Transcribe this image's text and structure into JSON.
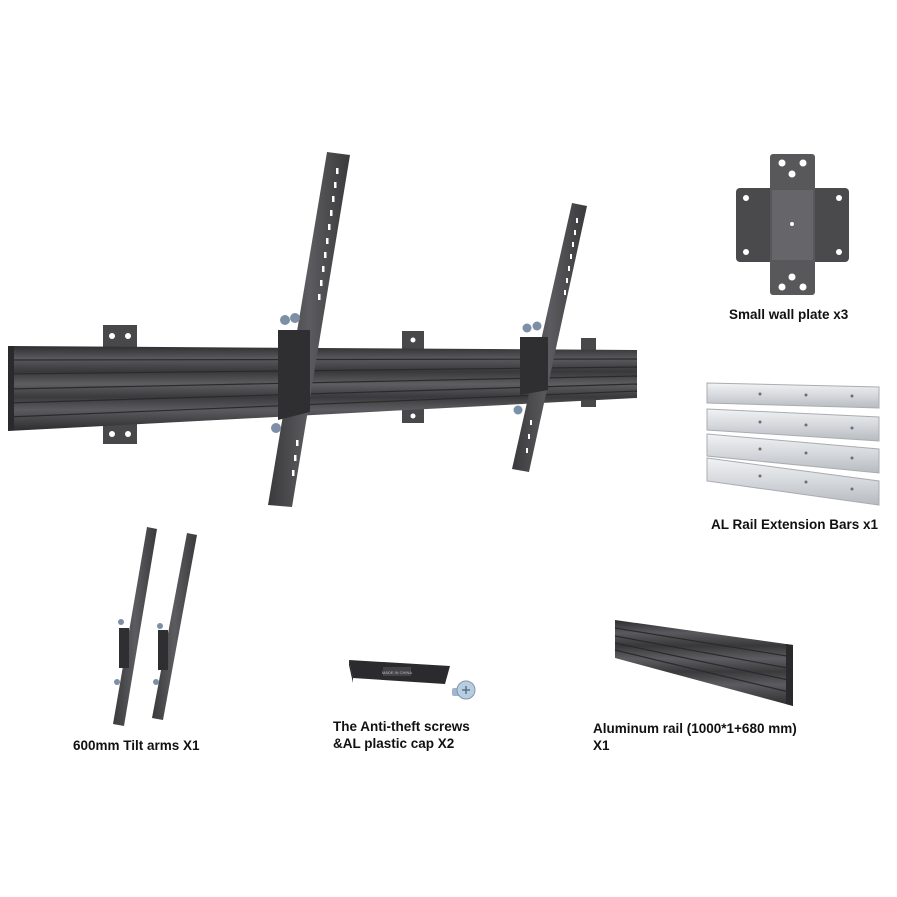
{
  "labels": {
    "wall_plate": "Small wall plate x3",
    "extension_bars": "AL Rail Extension Bars x1",
    "tilt_arms": "600mm Tilt arms X1",
    "screws_line1": "The Anti-theft screws",
    "screws_line2": "&AL plastic cap X2",
    "rail_line1": "Aluminum rail (1000*1+680 mm)",
    "rail_line2": "X1"
  },
  "cap_text": "MADE IN CHINA",
  "colors": {
    "metal_dark": "#3c3c3e",
    "metal_mid": "#555558",
    "metal_light": "#6e6e72",
    "aluminum": "#d6d9dc",
    "text": "#111111"
  }
}
